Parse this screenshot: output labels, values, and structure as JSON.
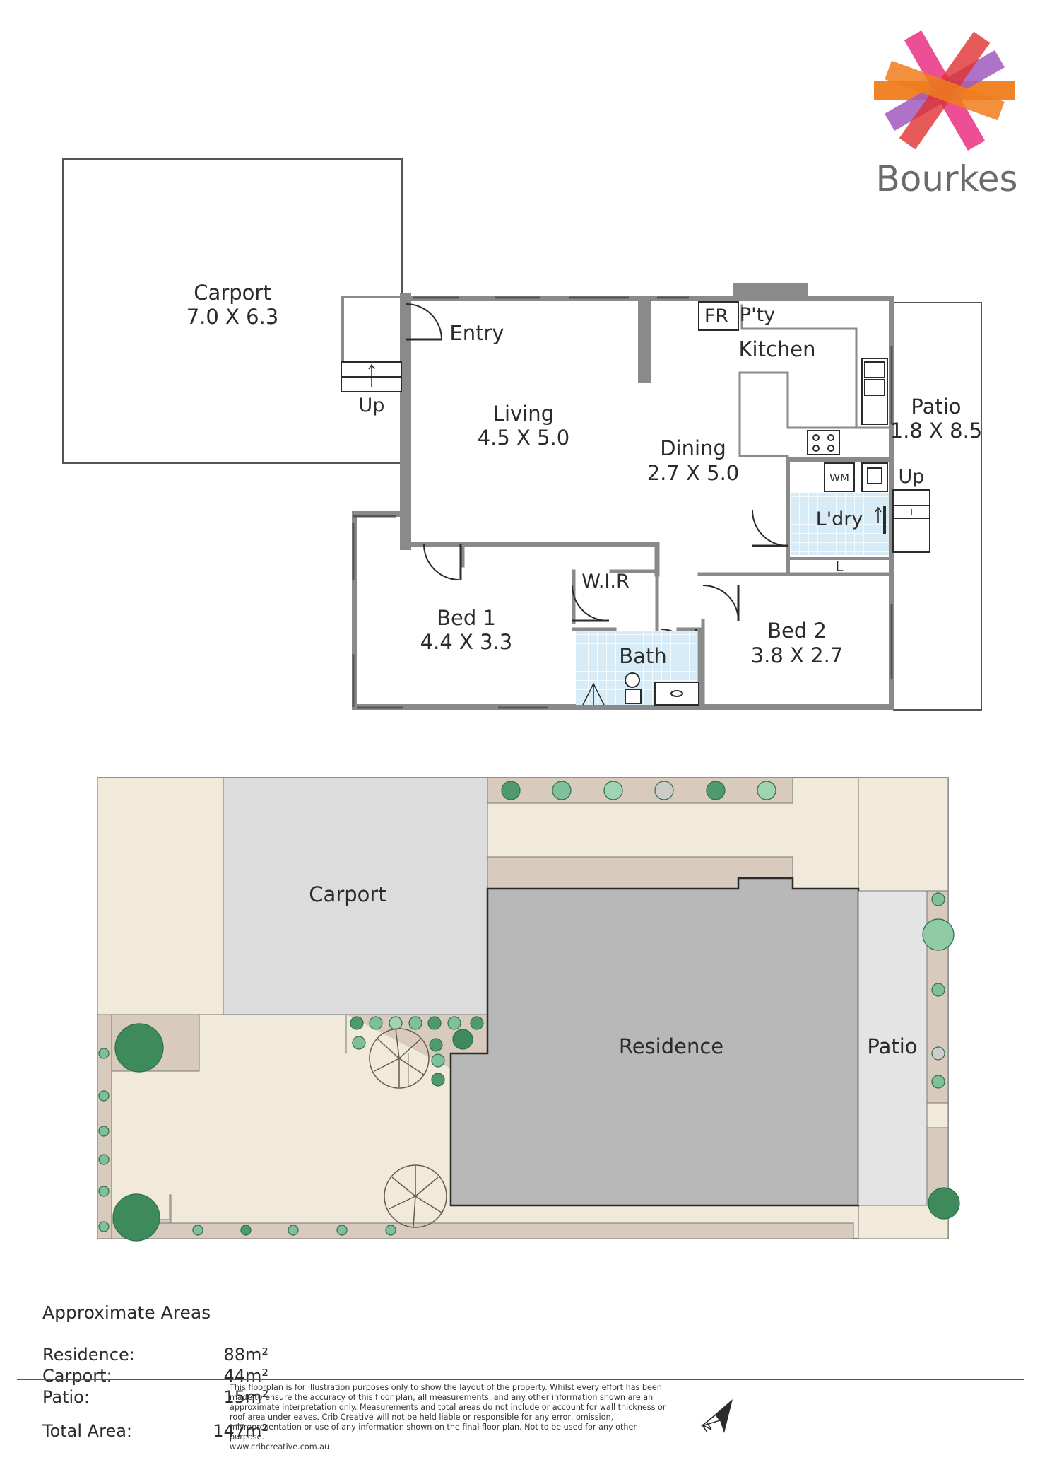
{
  "brand": {
    "name": "Bourkes"
  },
  "floorplan": {
    "rooms": {
      "carport": {
        "name": "Carport",
        "dims": "7.0 X 6.3"
      },
      "entry": {
        "name": "Entry"
      },
      "living": {
        "name": "Living",
        "dims": "4.5 X 5.0"
      },
      "dining": {
        "name": "Dining",
        "dims": "2.7 X 5.0"
      },
      "kitchen": {
        "name": "Kitchen"
      },
      "fridge": {
        "name": "FR"
      },
      "pantry": {
        "name": "P'ty"
      },
      "patio": {
        "name": "Patio",
        "dims": "1.8 X 8.5"
      },
      "laundry": {
        "name": "L'dry"
      },
      "washer": {
        "name": "WM"
      },
      "linen": {
        "name": "L"
      },
      "wir": {
        "name": "W.I.R"
      },
      "bath": {
        "name": "Bath"
      },
      "bed1": {
        "name": "Bed 1",
        "dims": "4.4 X 3.3"
      },
      "bed2": {
        "name": "Bed 2",
        "dims": "3.8 X 2.7"
      }
    },
    "stairs_left": "Up",
    "stairs_right": "Up"
  },
  "siteplan": {
    "carport": "Carport",
    "residence": "Residence",
    "patio": "Patio"
  },
  "areas": {
    "title": "Approximate Areas",
    "rows": [
      {
        "label": "Residence:",
        "value": "88m²"
      },
      {
        "label": "Carport:",
        "value": "44m²"
      },
      {
        "label": "Patio:",
        "value": "15m²"
      }
    ],
    "total": {
      "label": "Total Area:",
      "value": "147m²"
    }
  },
  "disclaimer": {
    "text": "This floorplan is for illustration purposes only to show the layout of the property. Whilst every effort has been made to ensure the accuracy of this floor plan, all measurements, and any other information shown are an approximate interpretation only. Measurements and total areas do not include or account for wall thickness or roof area under eaves. Crib Creative will not be held liable or responsible for any error, omission, misrepresentation or use of any information shown on the final floor plan. Not to be used for any other purpose.",
    "website": "www.cribcreative.com.au"
  },
  "north": {
    "label": "N"
  },
  "colors": {
    "orange": "#f07d1c",
    "magenta": "#e8237a",
    "red": "#e0312f",
    "purple": "#a05bbf",
    "residence_fill": "#b8b8b8",
    "carport_fill": "#dcdcdc",
    "yard_fill": "#f1e9da",
    "border_fill": "#d8cbbd",
    "patio_fill": "#e4e4e4",
    "tile": "#d8ecf8",
    "plant_green": "#4f9a6b"
  }
}
